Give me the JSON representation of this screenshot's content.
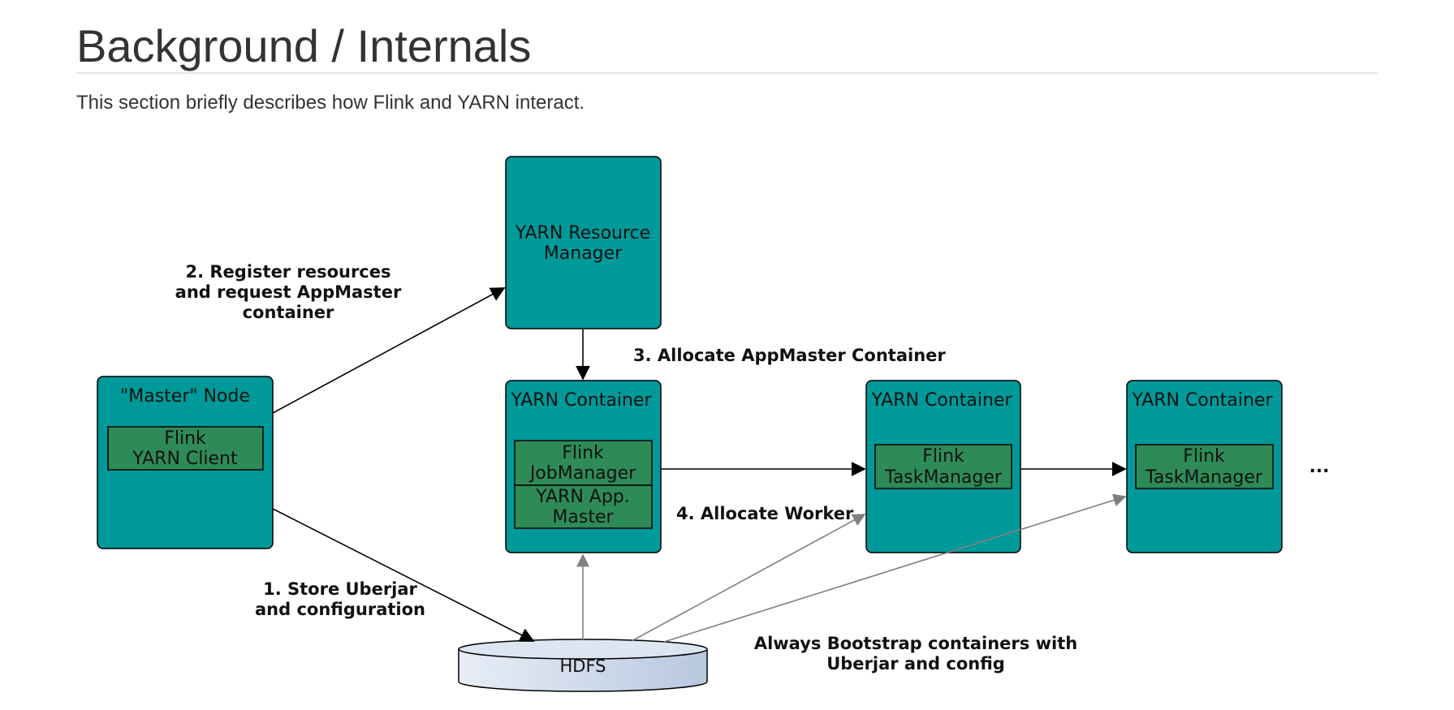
{
  "page": {
    "title": "Background / Internals",
    "intro": "This section briefly describes how Flink and YARN interact."
  },
  "diagram": {
    "colors": {
      "container_fill": "#009999",
      "inner_fill": "#2e8b57",
      "hdfs_fill_top": "#e8edf6",
      "hdfs_fill_bottom": "#b8c8e0",
      "black_arrow": "#000000",
      "gray_arrow": "#808080"
    },
    "master_node": {
      "title": "\"Master\" Node",
      "client_line1": "Flink",
      "client_line2": "YARN Client"
    },
    "resource_manager": {
      "line1": "YARN Resource",
      "line2": "Manager"
    },
    "appmaster_container": {
      "title": "YARN Container",
      "jobmanager_line1": "Flink",
      "jobmanager_line2": "JobManager",
      "appmaster_line1": "YARN App.",
      "appmaster_line2": "Master"
    },
    "worker_container_1": {
      "title": "YARN Container",
      "taskmanager_line1": "Flink",
      "taskmanager_line2": "TaskManager"
    },
    "worker_container_2": {
      "title": "YARN Container",
      "taskmanager_line1": "Flink",
      "taskmanager_line2": "TaskManager"
    },
    "more_marker": "...",
    "hdfs": "HDFS",
    "steps": {
      "step1_line1": "1. Store Uberjar",
      "step1_line2": "and configuration",
      "step2_line1": "2. Register resources",
      "step2_line2": "and request AppMaster",
      "step2_line3": "container",
      "step3": "3. Allocate AppMaster Container",
      "step4": "4. Allocate Worker",
      "bootstrap_line1": "Always Bootstrap containers with",
      "bootstrap_line2": "Uberjar and config"
    }
  }
}
